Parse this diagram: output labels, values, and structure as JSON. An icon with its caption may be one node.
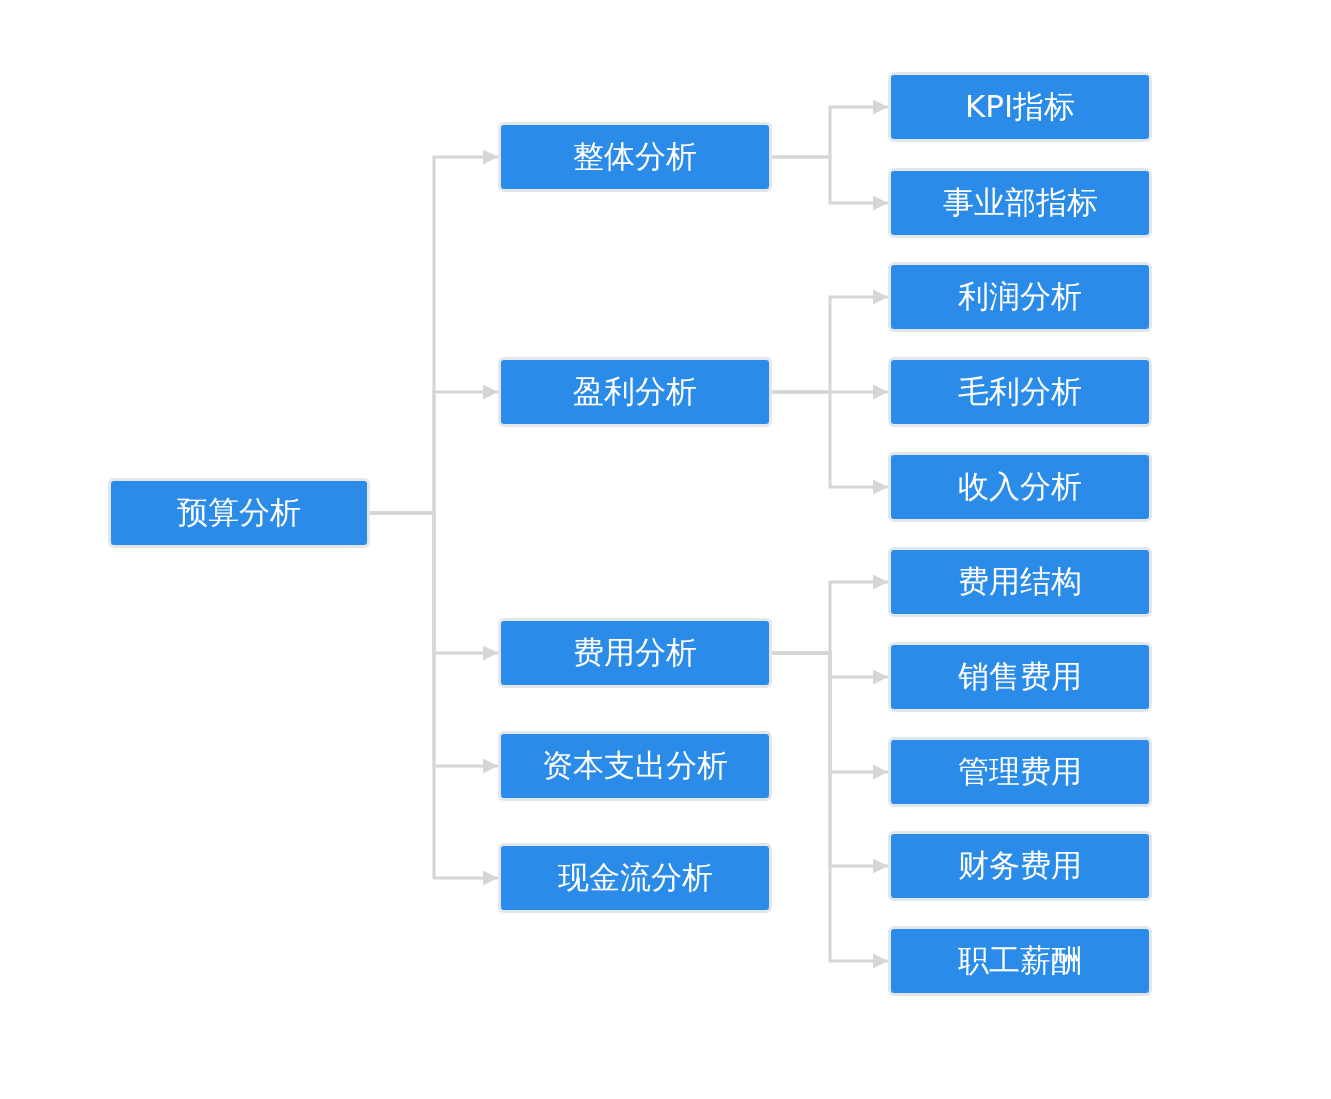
{
  "diagram": {
    "nodes": [
      {
        "text": [
          "预算分析"
        ]
      },
      {
        "text": [
          "整体分析"
        ]
      },
      {
        "text": [
          "盈利分析"
        ]
      },
      {
        "text": [
          "费用分析"
        ]
      },
      {
        "text": [
          "资本支出分析"
        ]
      },
      {
        "text": [
          "现金流分析"
        ]
      },
      {
        "text": [
          "KPI指标"
        ]
      },
      {
        "text": [
          "事业部指标"
        ]
      },
      {
        "text": [
          "利润分析"
        ]
      },
      {
        "text": [
          "毛利分析"
        ]
      },
      {
        "text": [
          "收入分析"
        ]
      },
      {
        "text": [
          "费用结构"
        ]
      },
      {
        "text": [
          "销售费用"
        ]
      },
      {
        "text": [
          "管理费用"
        ]
      },
      {
        "text": [
          "财务费用"
        ]
      },
      {
        "text": [
          "职工薪酬"
        ]
      }
    ],
    "edges": [
      {
        "from": 0,
        "to": 1,
        "arrow": "to"
      },
      {
        "from": 0,
        "to": 2,
        "arrow": "to"
      },
      {
        "from": 0,
        "to": 3,
        "arrow": "to"
      },
      {
        "from": 0,
        "to": 4,
        "arrow": "to"
      },
      {
        "from": 0,
        "to": 5,
        "arrow": "to"
      },
      {
        "from": 1,
        "to": 6,
        "arrow": "to"
      },
      {
        "from": 1,
        "to": 7,
        "arrow": "to"
      },
      {
        "from": 2,
        "to": 8,
        "arrow": "to"
      },
      {
        "from": 2,
        "to": 9,
        "arrow": "to"
      },
      {
        "from": 2,
        "to": 10,
        "arrow": "to"
      },
      {
        "from": 3,
        "to": 11,
        "arrow": "to"
      },
      {
        "from": 3,
        "to": 12,
        "arrow": "to"
      },
      {
        "from": 3,
        "to": 13,
        "arrow": "to"
      },
      {
        "from": 3,
        "to": 14,
        "arrow": "to"
      },
      {
        "from": 3,
        "to": 15,
        "arrow": "to"
      }
    ]
  }
}
